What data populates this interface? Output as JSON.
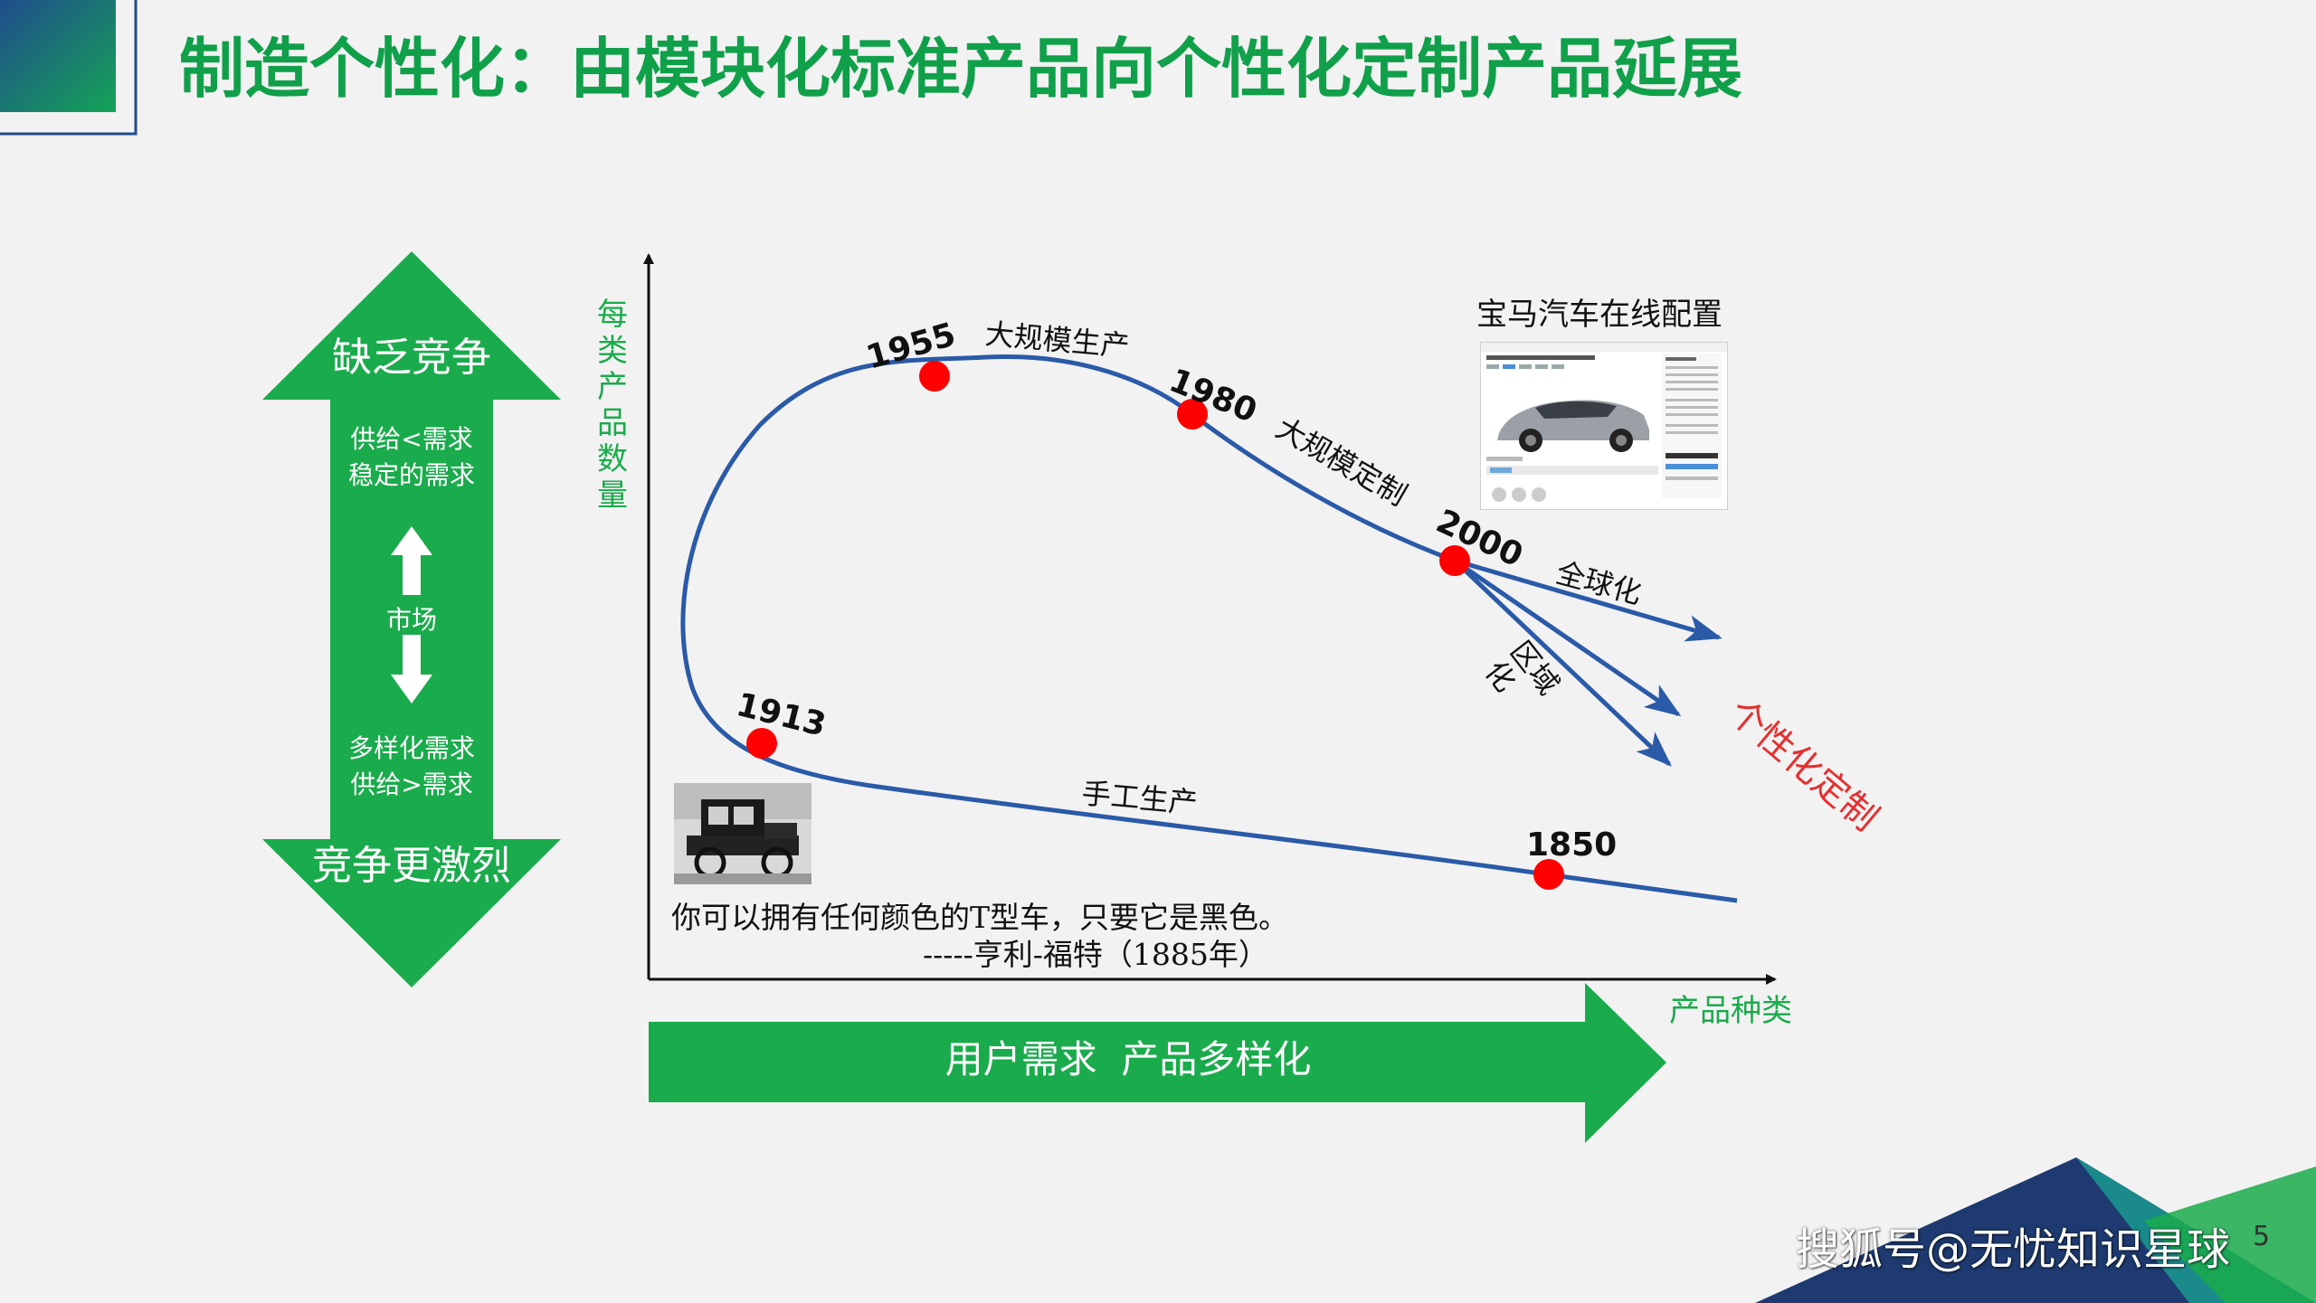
{
  "title": "制造个性化：由模块化标准产品向个性化定制产品延展",
  "left_arrow": {
    "top_label": "缺乏竞争",
    "top_sub_1": "供给<需求",
    "top_sub_2": "稳定的需求",
    "middle_label": "市场",
    "bottom_sub_1": "多样化需求",
    "bottom_sub_2": "供给>需求",
    "bottom_label": "竞争更激烈"
  },
  "diagram": {
    "y_axis_label": "每类产品数量",
    "x_axis_label": "产品种类",
    "bottom_arrow_label": "用户需求  产品多样化",
    "years": {
      "y1850": "1850",
      "y1913": "1913",
      "y1955": "1955",
      "y1980": "1980",
      "y2000": "2000"
    },
    "phases": {
      "handcraft": "手工生产",
      "mass_production": "大规模生产",
      "mass_customization": "大规模定制",
      "globalization": "全球化",
      "regional_1": "区域",
      "regional_2": "化",
      "personalized": "个性化定制"
    },
    "bmw_caption": "宝马汽车在线配置",
    "quote_line_1": "你可以拥有任何颜色的T型车，只要它是黑色。",
    "quote_line_2": "-----亨利-福特（1885年）"
  },
  "watermark": "搜狐号@无忧知识星球",
  "page_number": "5",
  "colors": {
    "green": "#1aab4c",
    "title_green": "#10a04a",
    "curve_blue": "#2a5aa8",
    "marker_red": "#ff0000",
    "personalized_red": "#e53030",
    "corner_navy": "#1e3a70",
    "corner_teal": "#1a8a8a"
  }
}
